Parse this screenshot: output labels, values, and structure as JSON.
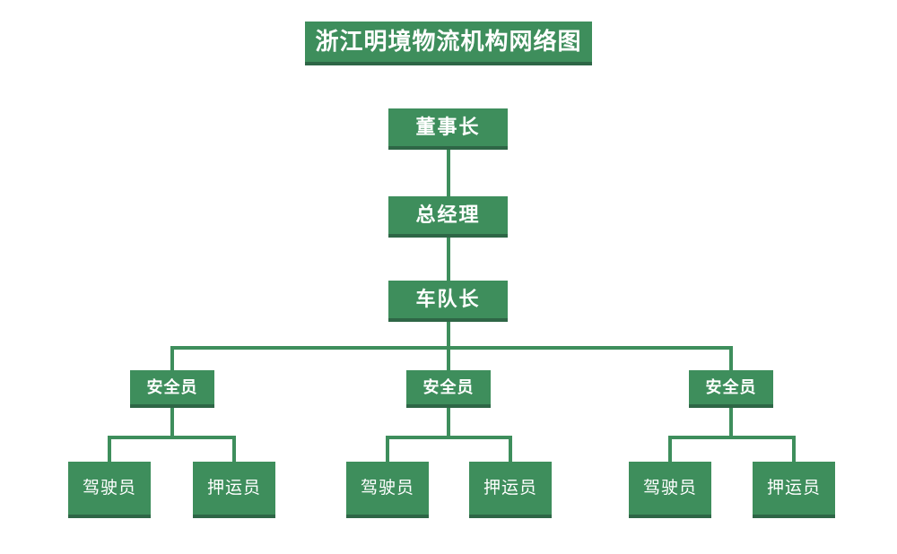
{
  "diagram": {
    "title": "浙江明境物流机构网络图",
    "levels": [
      "董事长",
      "总经理",
      "车队长"
    ],
    "subtrees": [
      {
        "parent": "安全员",
        "children": [
          "驾驶员",
          "押运员"
        ]
      },
      {
        "parent": "安全员",
        "children": [
          "驾驶员",
          "押运员"
        ]
      },
      {
        "parent": "安全员",
        "children": [
          "驾驶员",
          "押运员"
        ]
      }
    ]
  },
  "colors": {
    "node_fill": "#3e8e5c",
    "node_edge": "#2e6646",
    "connector": "#3e8e5c",
    "text": "#ffffff",
    "background": "#ffffff"
  }
}
